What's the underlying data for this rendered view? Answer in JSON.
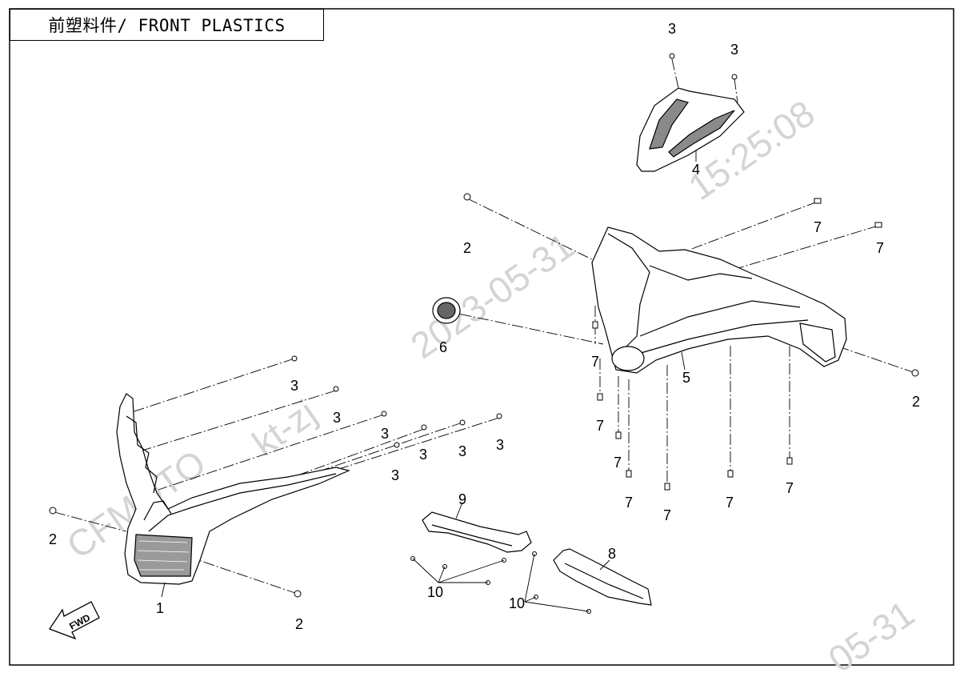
{
  "title": "前塑料件/ FRONT PLASTICS",
  "watermark": {
    "brand": "CFMOTO",
    "user": "kt-zj",
    "date": "2023-05-31",
    "time": "15:25:08",
    "date_fragment": "05-31"
  },
  "fwd_label": "FWD",
  "callouts": [
    {
      "number": "1",
      "part": "front fascia with grille"
    },
    {
      "number": "2",
      "part": "bolt"
    },
    {
      "number": "3",
      "part": "bolt"
    },
    {
      "number": "4",
      "part": "upper vented cover"
    },
    {
      "number": "5",
      "part": "front hood body"
    },
    {
      "number": "6",
      "part": "emblem"
    },
    {
      "number": "7",
      "part": "clip nut"
    },
    {
      "number": "8",
      "part": "right bracket"
    },
    {
      "number": "9",
      "part": "left bracket"
    },
    {
      "number": "10",
      "part": "screw"
    }
  ],
  "colors": {
    "line": "#000000",
    "watermark": "#d6d6d6",
    "background": "#ffffff"
  }
}
